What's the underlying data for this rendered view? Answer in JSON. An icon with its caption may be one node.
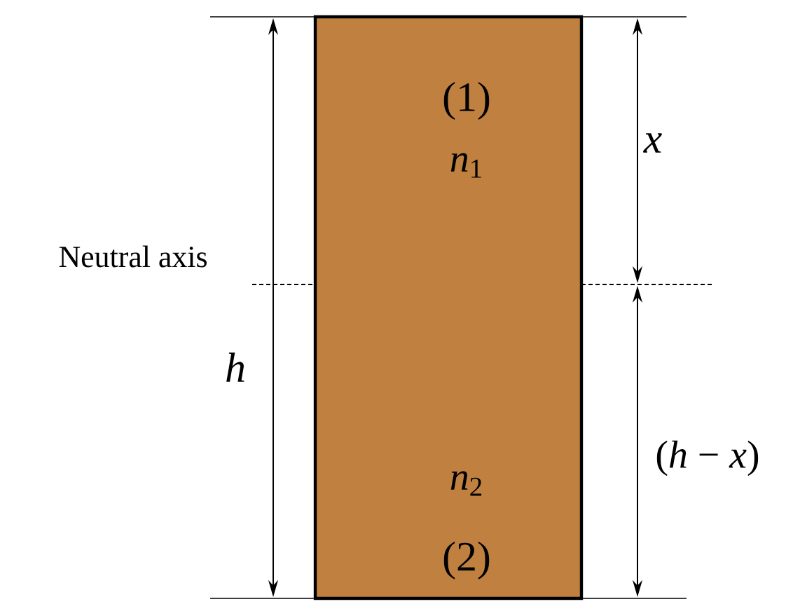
{
  "diagram": {
    "nodes": [
      {
        "text": [
          "(1)",
          "*n*$_{1}$",
          "*n*$_{2}$",
          "(2)"
        ]
      }
    ],
    "labels": [
      "Neutral axis",
      "h",
      "x",
      "(*h* − *x*)"
    ]
  }
}
